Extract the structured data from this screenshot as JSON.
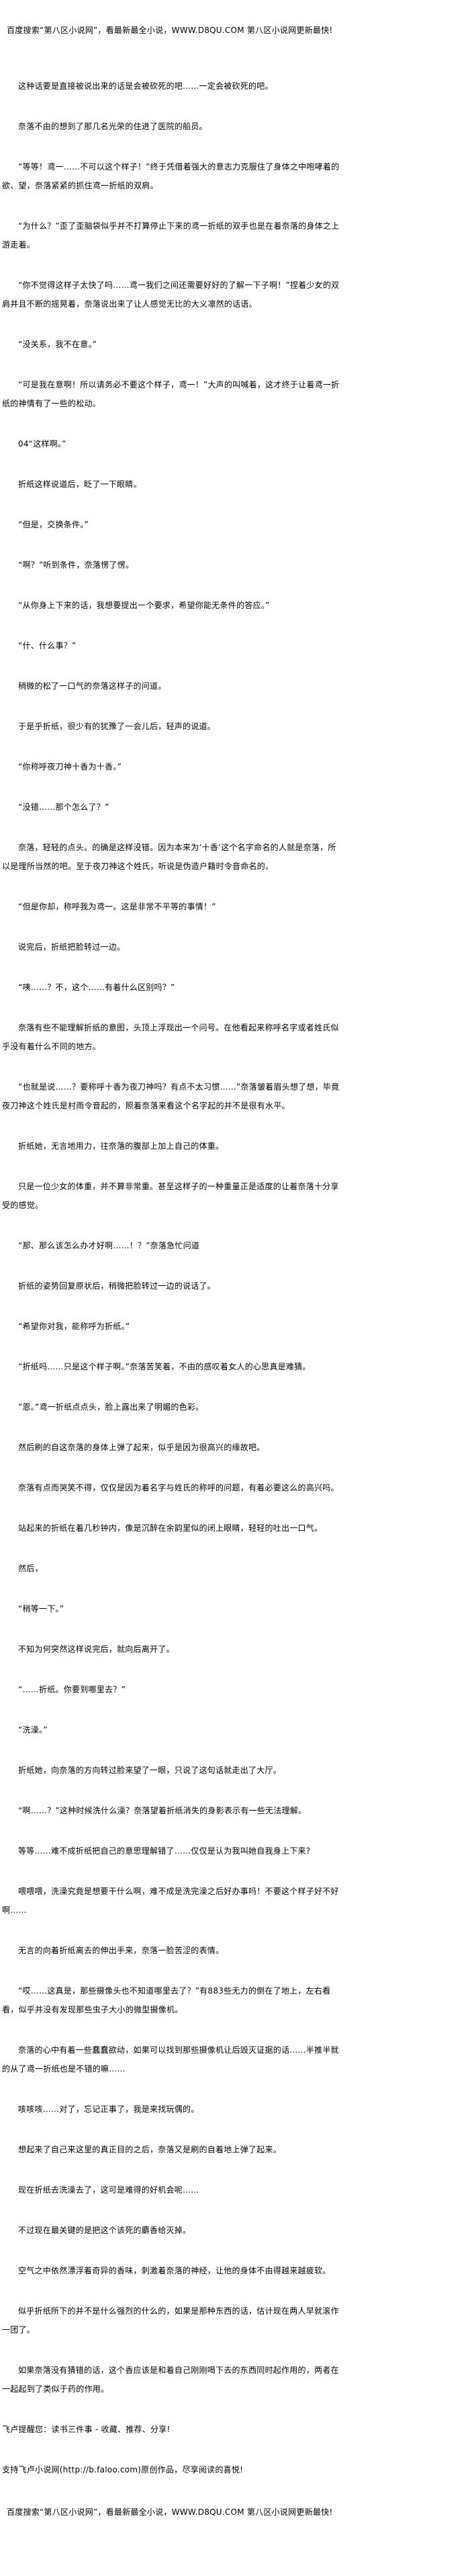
{
  "header_banner": "百度搜索“第八区小说网”，看最新最全小说，WWW.D8QU.COM  第八区小说网更新最快!",
  "paragraphs": [
    {
      "text": "这种话要是直接被说出来的话是会被砍死的吧……一定会被砍死的吧。"
    },
    {
      "text": "奈落不由的想到了那几名光荣的住进了医院的船员。"
    },
    {
      "text": "“等等！鸢一……不可以这个样子！”终于凭借着强大的意志力克服住了身体之中咆哮着的欲、望，奈落紧紧的抓住鸢一折纸的双肩。"
    },
    {
      "text": "“为什么？”歪了歪脑袋似乎并不打算停止下来的鸢一折纸的双手也是在着奈落的身体之上游走着。"
    },
    {
      "text": "“你不觉得这样子太快了吗……鸢一我们之间还需要好好的了解一下子啊！”捏着少女的双肩并且不断的摇晃着，奈落说出来了让人感觉无比的大义凛然的话语。"
    },
    {
      "text": "“没关系，我不在意。”"
    },
    {
      "text": "“可是我在意啊！所以请务必不要这个样子，鸢一！”大声的叫喊着，这才终于让着鸢一折纸的神情有了一些的松动。"
    },
    {
      "text": "04“这样啊。”"
    },
    {
      "text": "折纸这样说道后，眨了一下眼睛。"
    },
    {
      "text": "“但是，交换条件。”"
    },
    {
      "text": "“啊？”听到条件，奈落愣了愣。"
    },
    {
      "text": "“从你身上下来的话，我想要提出一个要求，希望你能无条件的答应。”"
    },
    {
      "text": "“什、什么事？”"
    },
    {
      "text": "稍微的松了一口气的奈落这样子的问道。"
    },
    {
      "text": "于是乎折纸，很少有的犹豫了一会儿后，轻声的说道。"
    },
    {
      "text": "“你称呼夜刀神十香为十香。”"
    },
    {
      "text": "“没错……那个怎么了？”"
    },
    {
      "text": "奈落，轻轻的点头。的确是这样没错。因为本来为‘十香’这个名字命名的人就是奈落，所以是理所当然的吧。至于夜刀神这个姓氏，听说是伪造户籍时令音命名的。"
    },
    {
      "text": "“但是你却，称呼我为鸢一。这是非常不平等的事情！”"
    },
    {
      "text": "说完后，折纸把脸转过一边。"
    },
    {
      "text": "“咦……？不，这个……有着什么区别吗？”"
    },
    {
      "text": "奈落有些不能理解折纸的意图，头顶上浮现出一个问号。在他看起来称呼名字或者姓氏似乎没有着什么不同的地方。"
    },
    {
      "text": "“也就是说……？要称呼十香为夜刀神吗？有点不太习惯……”奈落皱着眉头想了想，毕竟夜刀神这个姓氏是村雨令音起的，照着奈落来看这个名字起的并不是很有水平。"
    },
    {
      "text": "折纸她，无言地用力，往奈落的腹部上加上自己的体重。"
    },
    {
      "text": "只是一位少女的体重，并不算非常重。甚至这样子的一种重量正是适度的让着奈落十分享受的感觉。"
    },
    {
      "text": "“那、那么该怎么办才好啊……！？”奈落急忙问道"
    },
    {
      "text": "折纸的姿势回复原状后，稍微把脸转过一边的说话了。"
    },
    {
      "text": "“希望你对我，能称呼为折纸。”"
    },
    {
      "text": "“折纸吗……只是这个样子啊。”奈落苦笑着，不由的感叹着女人的心思真是难猜。"
    },
    {
      "text": "“恩。”鸢一折纸点点头，脸上露出来了明媚的色彩。"
    },
    {
      "text": "然后刷的自这奈落的身体上弹了起来，似乎是因为很高兴的缘故吧。"
    },
    {
      "text": "奈落有点而哭笑不得，仅仅是因为着名字与姓氏的称呼的问题，有着必要这么的高兴吗。"
    },
    {
      "text": "站起来的折纸在着几秒钟内，像是沉醉在余韵里似的闭上眼睛，轻轻的吐出一口气。",
      "extra": true
    },
    {
      "text": "然后，"
    },
    {
      "text": "“稍等一下。”"
    },
    {
      "text": "不知为何突然这样说完后，就向后离开了。"
    },
    {
      "text": "“……折纸。你要到哪里去？”"
    },
    {
      "text": "“洗澡。”"
    },
    {
      "text": "折纸她，向奈落的方向转过脸来望了一眼，只说了这句话就走出了大厅。"
    },
    {
      "text": "“啊……？”这种时候洗什么澡？奈落望着折纸消失的身影表示有一些无法理解。"
    },
    {
      "text": "等等……难不成折纸把自己的意思理解错了……仅仅是认为我叫她自我身上下来?"
    },
    {
      "text": "喂喂喂，洗澡究竟是想要干什么啊，难不成是洗完澡之后好办事吗！不要这个样子好不好啊……"
    },
    {
      "text": "无言的向着折纸离去的伸出手来，奈落一脸苦涩的表情。"
    },
    {
      "text": "“哎……这真是，那些摄像头也不知道哪里去了？”有883些无力的倒在了地上，左右看看，似乎并没有发现那些虫子大小的微型摄像机。"
    },
    {
      "text": "奈落的心中有着一些蠢蠢欲动，如果可以找到那些摄像机让后毁灭证据的话……半推半就的从了鸢一折纸也是不错的嘛……"
    },
    {
      "text": "咳咳咳……对了，忘记正事了，我是来找玩偶的。"
    },
    {
      "text": "想起来了自己来这里的真正目的之后，奈落又是刷的自着地上弹了起来。"
    },
    {
      "text": "现在折纸去洗澡去了，这可是难得的好机会呢……"
    },
    {
      "text": "不过现在最关键的是把这个该死的麝香给灭掉。"
    },
    {
      "text": "空气之中依然漂浮着奇异的香味，刺激着奈落的神经，让他的身体不由得越来越疲软。"
    },
    {
      "text": "似乎折纸所下的并不是什么强烈的什么的，如果是那种东西的话，估计现在两人早就滚作一团了。"
    },
    {
      "text": "如果奈落没有猜错的话，这个香应该是和着自己刚刚喝下去的东西同时起作用的，两者在一起起到了类似于药的作用。"
    }
  ],
  "notices": [
    "飞卢提醒您：读书三件事 - 收藏、推荐、分享!",
    "支持飞卢小说网(http://b.faloo.com)原创作品，尽享阅读的喜悦!"
  ],
  "footer_banner": "百度搜索“第八区小说网”，看最新最全小说，WWW.D8QU.COM  第八区小说网更新最快!"
}
